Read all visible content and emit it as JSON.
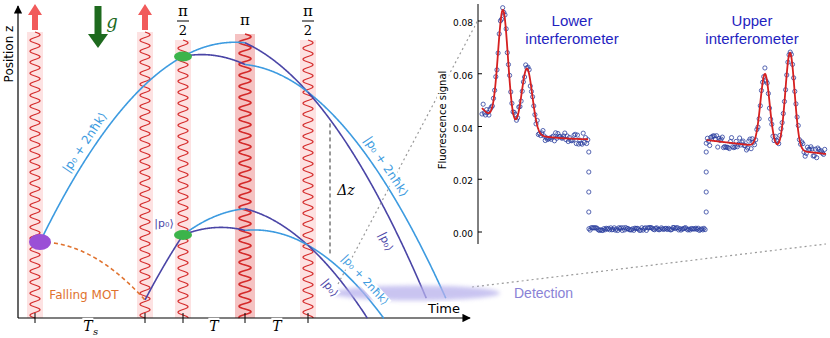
{
  "diagram": {
    "nodes": [
      {
        "text": [
          "Detection"
        ]
      },
      {
        "text": [
          "Lower interferometer",
          "Upper interferometer"
        ]
      }
    ],
    "edges": [
      {
        "from": 0,
        "to": 1,
        "arrow": "none"
      }
    ],
    "labels": [
      "Position z",
      "g",
      "π",
      "2",
      "π",
      "π",
      "2",
      "|p₀ + 2nħk⟩",
      "Falling MOT",
      "|p₀⟩",
      "|p₀ + 2nħk⟩",
      "|p₀⟩",
      "|p₀ + 2nħk⟩",
      "|p₀⟩",
      "Δz",
      "T",
      "s",
      "T",
      "T",
      "Time",
      "Fluorescence signal",
      "0.08",
      "0.06",
      "0.04",
      "0.02",
      "0.00"
    ]
  }
}
